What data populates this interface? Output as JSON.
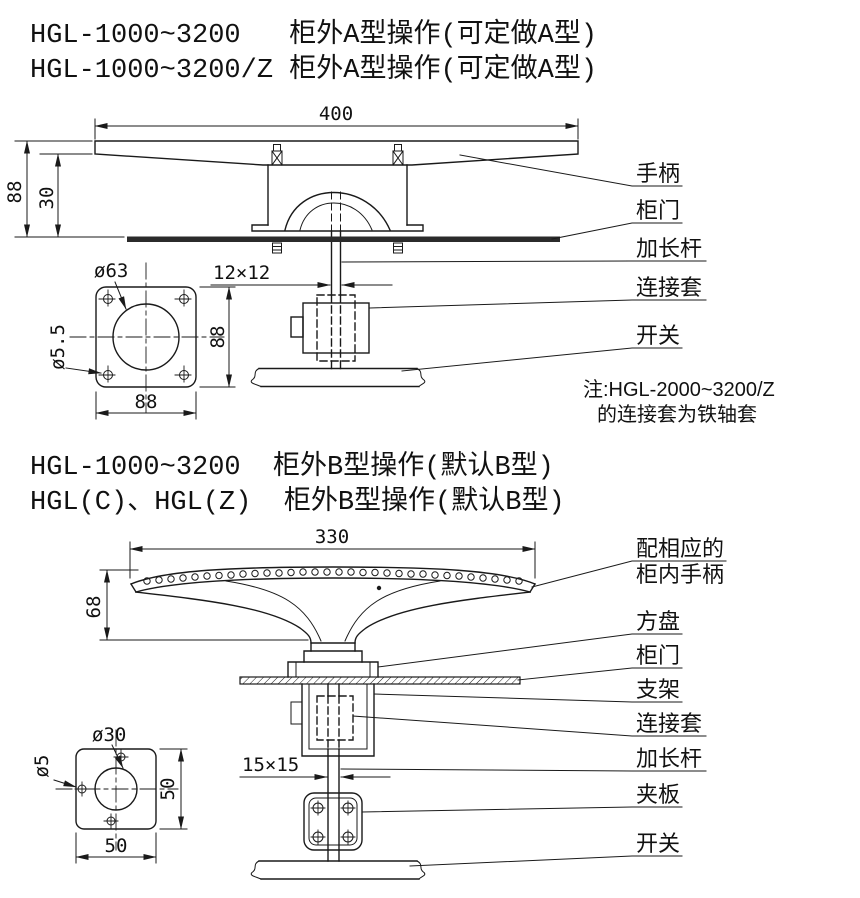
{
  "colors": {
    "ink": "#1a1a1a",
    "paper": "#ffffff"
  },
  "section_a": {
    "title_line1": "HGL-1000~3200   柜外A型操作(可定做A型)",
    "title_line2": "HGL-1000~3200/Z 柜外A型操作(可定做A型)",
    "dims": {
      "handle_width": "400",
      "overall_height": "88",
      "handle_height": "30",
      "rod_section": "12×12"
    },
    "labels": {
      "handle": "手柄",
      "door": "柜门",
      "extension_rod": "加长杆",
      "sleeve": "连接套",
      "switch": "开关"
    },
    "note_line1": "注:HGL-2000~3200/Z",
    "note_line2": "的连接套为铁轴套",
    "mount_plate": {
      "circle_dia": "ø63",
      "hole_dia": "ø5.5",
      "width": "88",
      "height": "88"
    }
  },
  "section_b": {
    "title_line1": "HGL-1000~3200  柜外B型操作(默认B型)",
    "title_line2": "HGL(C)、HGL(Z)  柜外B型操作(默认B型)",
    "dims": {
      "handle_width": "330",
      "handle_height": "68",
      "rod_section": "15×15"
    },
    "labels": {
      "handle_line1": "配相应的",
      "handle_line2": "柜内手柄",
      "square_plate": "方盘",
      "door": "柜门",
      "bracket": "支架",
      "sleeve": "连接套",
      "extension_rod": "加长杆",
      "clamp_plate": "夹板",
      "switch": "开关"
    },
    "mount_plate": {
      "circle_dia": "ø30",
      "hole_dia": "ø5",
      "width": "50",
      "height": "50"
    }
  }
}
